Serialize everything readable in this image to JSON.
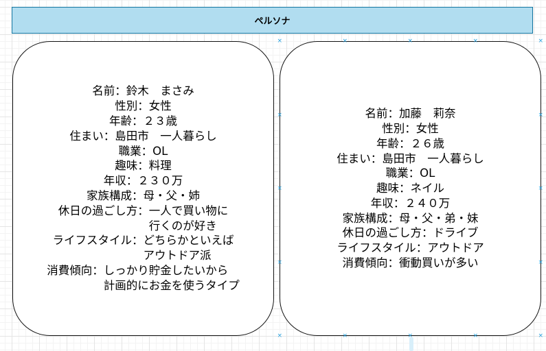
{
  "header": {
    "title": "ペルソナ",
    "fill_color": "#b1ddf0",
    "stroke_color": "#10739e"
  },
  "personas": [
    {
      "name": "名前：鈴木　まさみ",
      "gender": "性別：女性",
      "age": "年齢：２３歳",
      "residence": "住まい：島田市　一人暮らし",
      "job": "職業：OL",
      "hobby": "趣味：料理",
      "income": "年収：２３０万",
      "family": "家族構成：母・父・姉",
      "holiday_label": "休日の過ごし方：",
      "holiday_lines": [
        "一人で買い物に",
        "行くのが好き"
      ],
      "lifestyle_label": "ライフスタイル：",
      "lifestyle_lines": [
        "どちらかといえば",
        "アウトドア派"
      ],
      "spending_label": "消費傾向：",
      "spending_lines": [
        "しっかり貯金したいから",
        "計画的にお金を使うタイプ"
      ]
    },
    {
      "name": "名前：加藤　莉奈",
      "gender": "性別：女性",
      "age": "年齢：２６歳",
      "residence": "住まい：島田市　一人暮らし",
      "job": "職業：OL",
      "hobby": "趣味：ネイル",
      "income": "年収：２４０万",
      "family": "家族構成：母・父・弟・妹",
      "holiday": "休日の過ごし方：ドライブ",
      "lifestyle": "ライフスタイル：アウトドア",
      "spending": "消費傾向：衝動買いが多い"
    }
  ],
  "selection": {
    "marker_glyph": "×",
    "marker_color": "#29a3e0"
  }
}
